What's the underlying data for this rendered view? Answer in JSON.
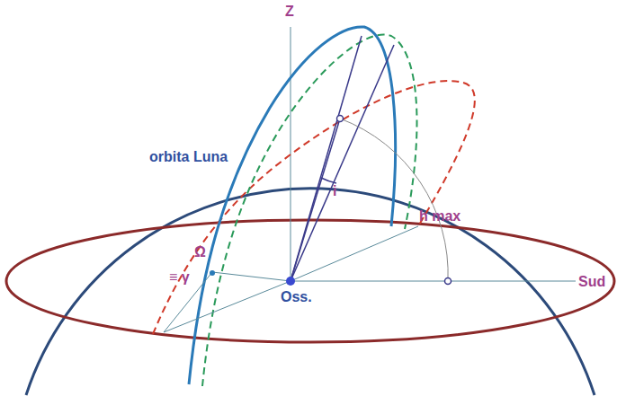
{
  "diagram": {
    "labels": [
      "Z",
      "orbita Luna",
      "i",
      "h max",
      "Ω",
      "≡ γ",
      "Oss.",
      "Sud"
    ]
  }
}
